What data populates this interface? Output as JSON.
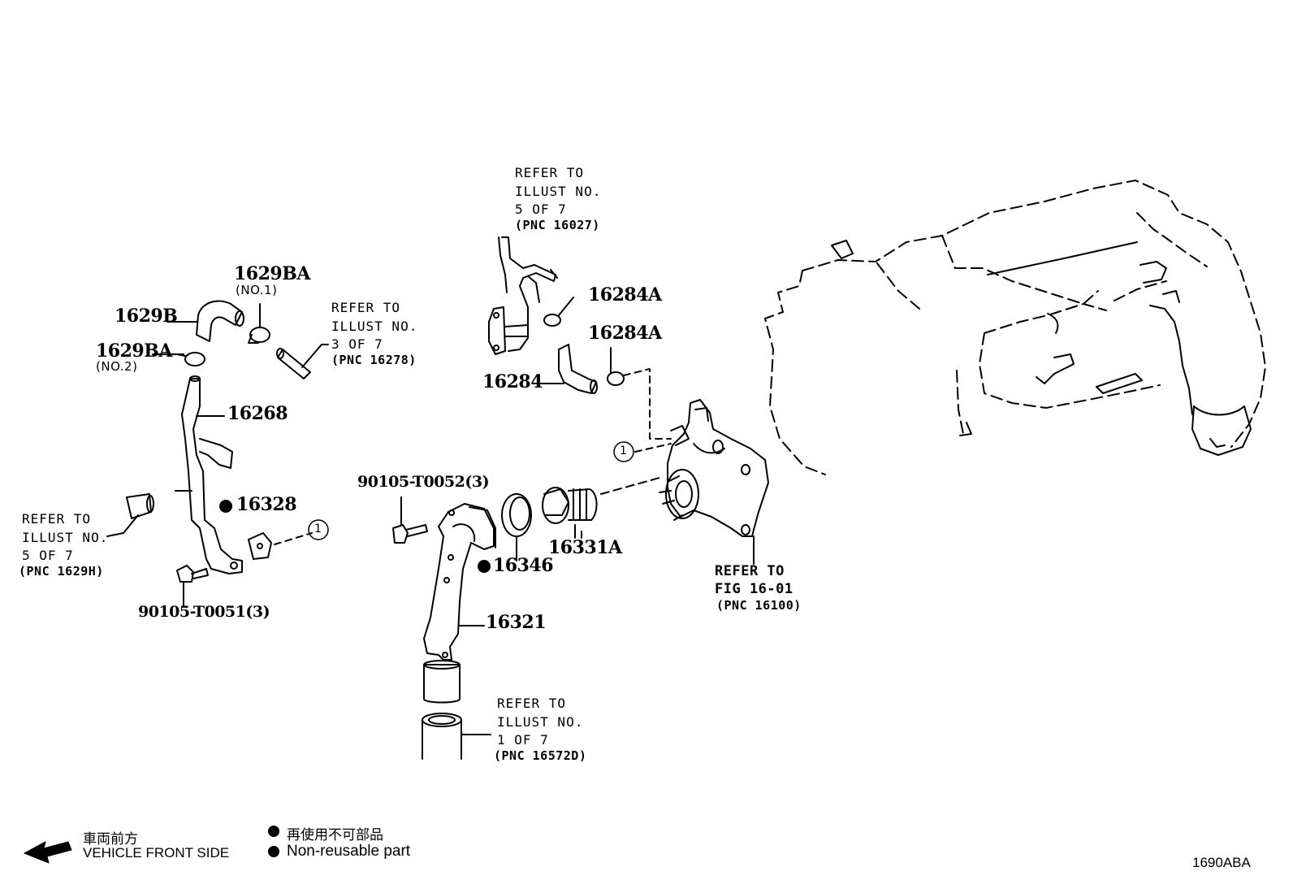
{
  "labels": {
    "p1629BA_no1": "1629BA",
    "p1629BA_no1_sub": "(NO.1)",
    "p1629B": "1629B",
    "p1629BA_no2": "1629BA",
    "p1629BA_no2_sub": "(NO.2)",
    "p16268": "16268",
    "p16328": "16328",
    "p90105_T0051": "90105-T0051(3)",
    "p90105_T0052": "90105-T0052(3)",
    "p16346": "16346",
    "p16321": "16321",
    "p16331A": "16331A",
    "p16284A_1": "16284A",
    "p16284A_2": "16284A",
    "p16284": "16284"
  },
  "refs": {
    "ref_16027": {
      "lines": [
        "REFER TO",
        "ILLUST NO.",
        "5 OF 7"
      ],
      "pnc": "(PNC 16027)"
    },
    "ref_16278": {
      "lines": [
        "REFER TO",
        "ILLUST NO.",
        "3 OF 7"
      ],
      "pnc": "(PNC 16278)"
    },
    "ref_1629H": {
      "lines": [
        "REFER TO",
        "ILLUST NO.",
        "5 OF 7"
      ],
      "pnc": "(PNC 1629H)"
    },
    "ref_16572D": {
      "lines": [
        "REFER TO",
        "ILLUST NO.",
        "1 OF 7"
      ],
      "pnc": "(PNC 16572D)"
    },
    "ref_16100": {
      "lines": [
        "REFER TO",
        "FIG 16-01"
      ],
      "pnc": "(PNC 16100)"
    }
  },
  "callouts": {
    "c1": "1",
    "c2": "1"
  },
  "legend": {
    "front_jp": "車両前方",
    "front_en": "VEHICLE FRONT SIDE",
    "nonreuse_jp": "再使用不可部品",
    "nonreuse_en": "Non-reusable part"
  },
  "figure_code": "1690ABA"
}
